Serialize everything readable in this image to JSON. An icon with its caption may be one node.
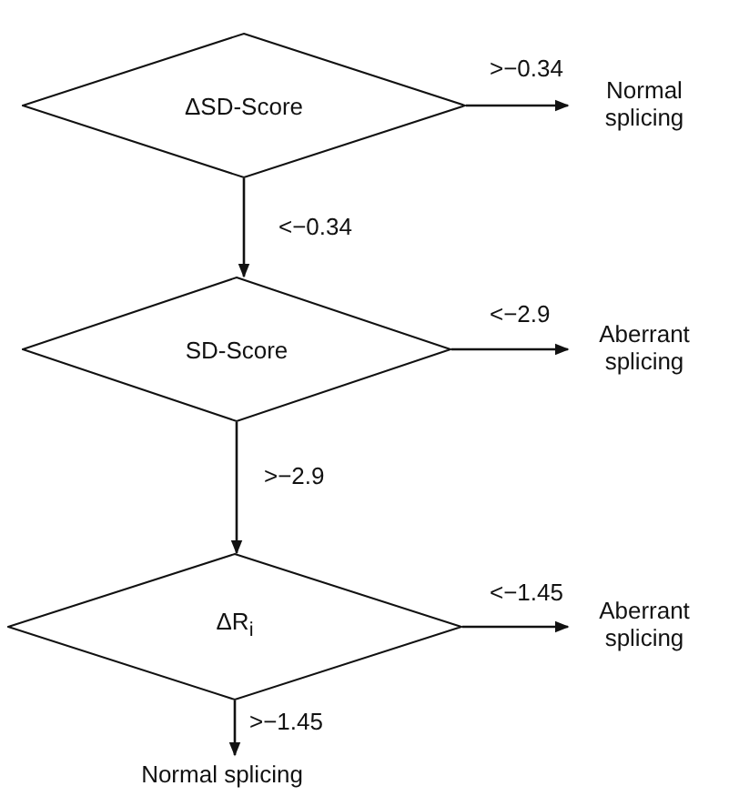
{
  "diagram": {
    "nodes": [
      {
        "text": [
          "ΔSD-Score"
        ]
      },
      {
        "text": [
          "Normal splicing"
        ]
      },
      {
        "text": [
          "SD-Score"
        ]
      },
      {
        "text": [
          "Aberrant splicing"
        ]
      },
      {
        "text": [
          "ΔR$_{i}$"
        ]
      },
      {
        "text": [
          "Aberrant splicing"
        ]
      },
      {
        "text": [
          "Normal splicing"
        ]
      }
    ],
    "edges": [
      {
        "from": 0,
        "to": 1,
        "arrow": "to",
        "label": ">−0.34"
      },
      {
        "from": 0,
        "to": 2,
        "arrow": "to",
        "label": "<−0.34"
      },
      {
        "from": 2,
        "to": 3,
        "arrow": "to",
        "label": "<−2.9"
      },
      {
        "from": 2,
        "to": 4,
        "arrow": "to",
        "label": ">−2.9"
      },
      {
        "from": 4,
        "to": 5,
        "arrow": "to",
        "label": "<−1.45"
      },
      {
        "from": 4,
        "to": 6,
        "arrow": "to",
        "label": ">−1.45"
      }
    ]
  }
}
